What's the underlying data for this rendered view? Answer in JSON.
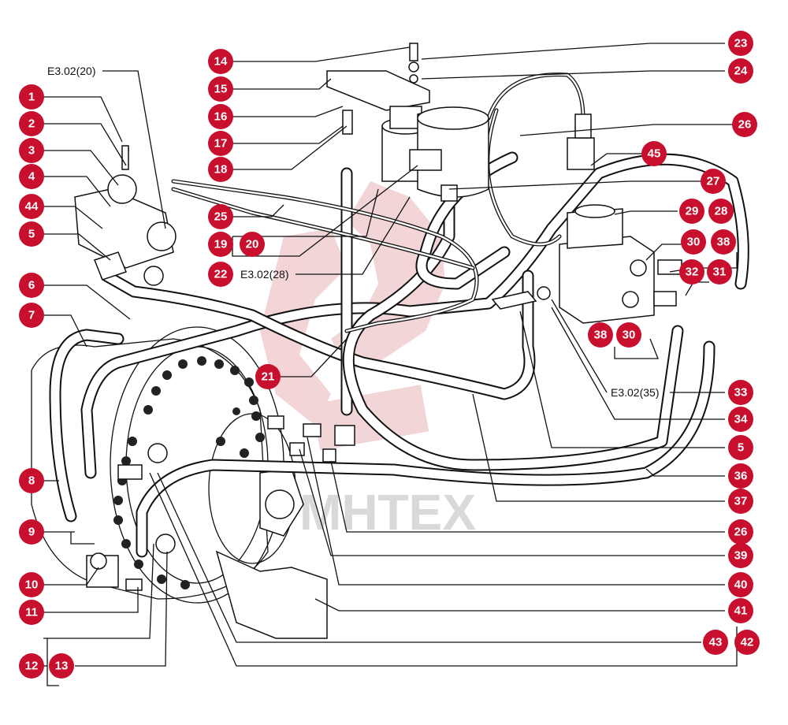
{
  "watermark": "MHTEX",
  "refs": {
    "r1": "E3.02(20)",
    "r2": "E3.02(28)",
    "r3": "E3.02(35)"
  },
  "callouts": [
    "1",
    "2",
    "3",
    "4",
    "44",
    "5",
    "6",
    "7",
    "8",
    "9",
    "10",
    "11",
    "12",
    "13",
    "14",
    "15",
    "16",
    "17",
    "18",
    "19",
    "20",
    "22",
    "25",
    "21",
    "23",
    "24",
    "26",
    "45",
    "27",
    "29",
    "28",
    "30",
    "38",
    "32",
    "31",
    "38",
    "30",
    "33",
    "34",
    "5",
    "36",
    "37",
    "26",
    "39",
    "40",
    "41",
    "43",
    "42"
  ],
  "colors": {
    "badge": "#c8102e",
    "line": "#111111",
    "watermark": "#e9b3b7"
  }
}
